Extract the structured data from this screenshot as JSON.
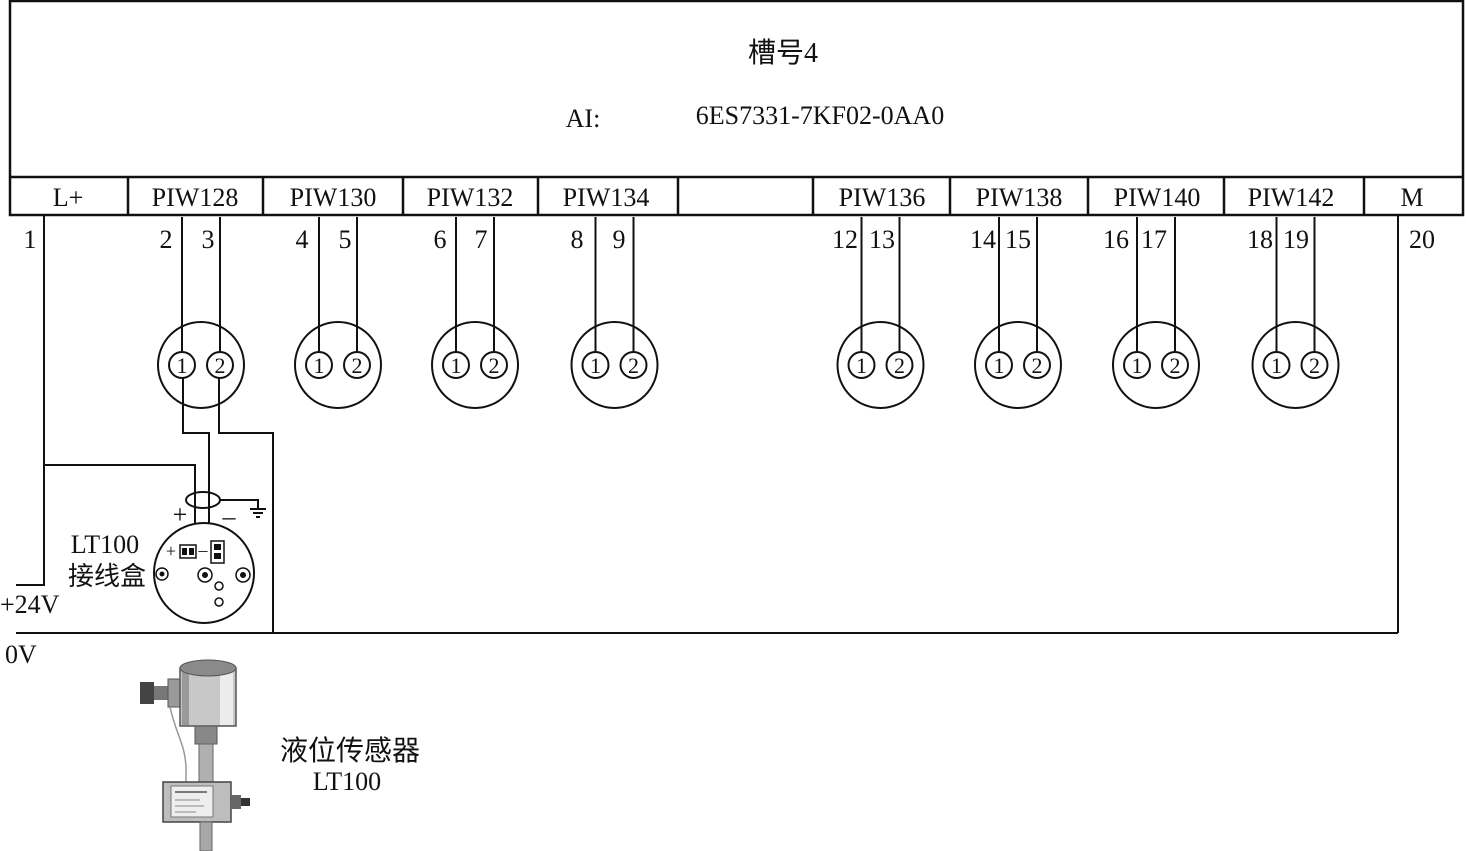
{
  "module": {
    "slot_title": "槽号4",
    "ai_label": "AI:",
    "part_number": "6ES7331-7KF02-0AA0"
  },
  "terminal_row": {
    "labels": [
      "L+",
      "PIW128",
      "PIW130",
      "PIW132",
      "PIW134",
      "PIW136",
      "PIW138",
      "PIW140",
      "PIW142",
      "M"
    ]
  },
  "terminal_numbers": [
    "1",
    "2",
    "3",
    "4",
    "5",
    "6",
    "7",
    "8",
    "9",
    "12",
    "13",
    "14",
    "15",
    "16",
    "17",
    "18",
    "19",
    "20"
  ],
  "connector_pins": [
    "1",
    "2"
  ],
  "power": {
    "plus": "+24V",
    "zero": "0V"
  },
  "junction_box": {
    "model": "LT100",
    "name": "接线盒",
    "plus": "+",
    "minus": "–"
  },
  "sensor": {
    "name": "液位传感器",
    "model": "LT100"
  }
}
